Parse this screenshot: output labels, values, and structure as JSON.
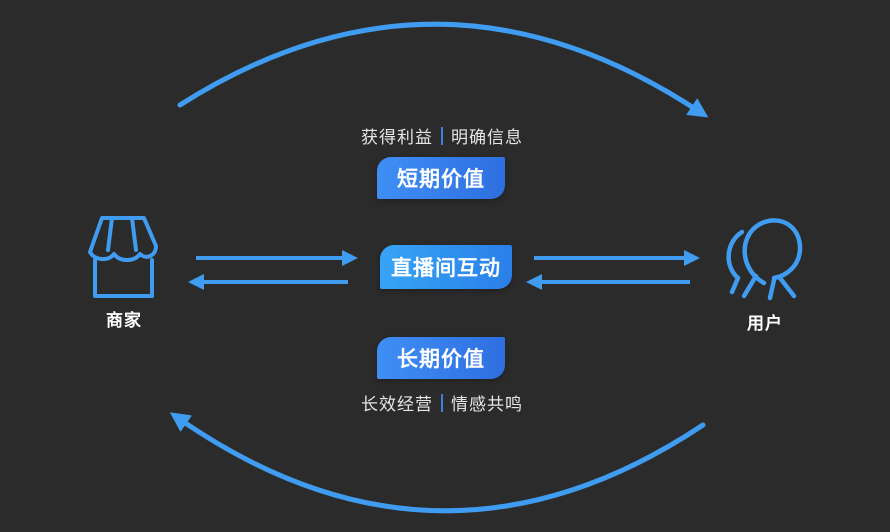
{
  "colors": {
    "background": "#2b2b2b",
    "accent": "#3f9cf0",
    "text": "#e6e6e6"
  },
  "top_caption": {
    "left": "获得利益",
    "right": "明确信息"
  },
  "short_term": "短期价值",
  "center": "直播间互动",
  "long_term": "长期价值",
  "bottom_caption": {
    "left": "长效经营",
    "right": "情感共鸣"
  },
  "merchant": {
    "label": "商家",
    "icon": "shop-icon"
  },
  "user": {
    "label": "用户",
    "icon": "user-icon"
  }
}
